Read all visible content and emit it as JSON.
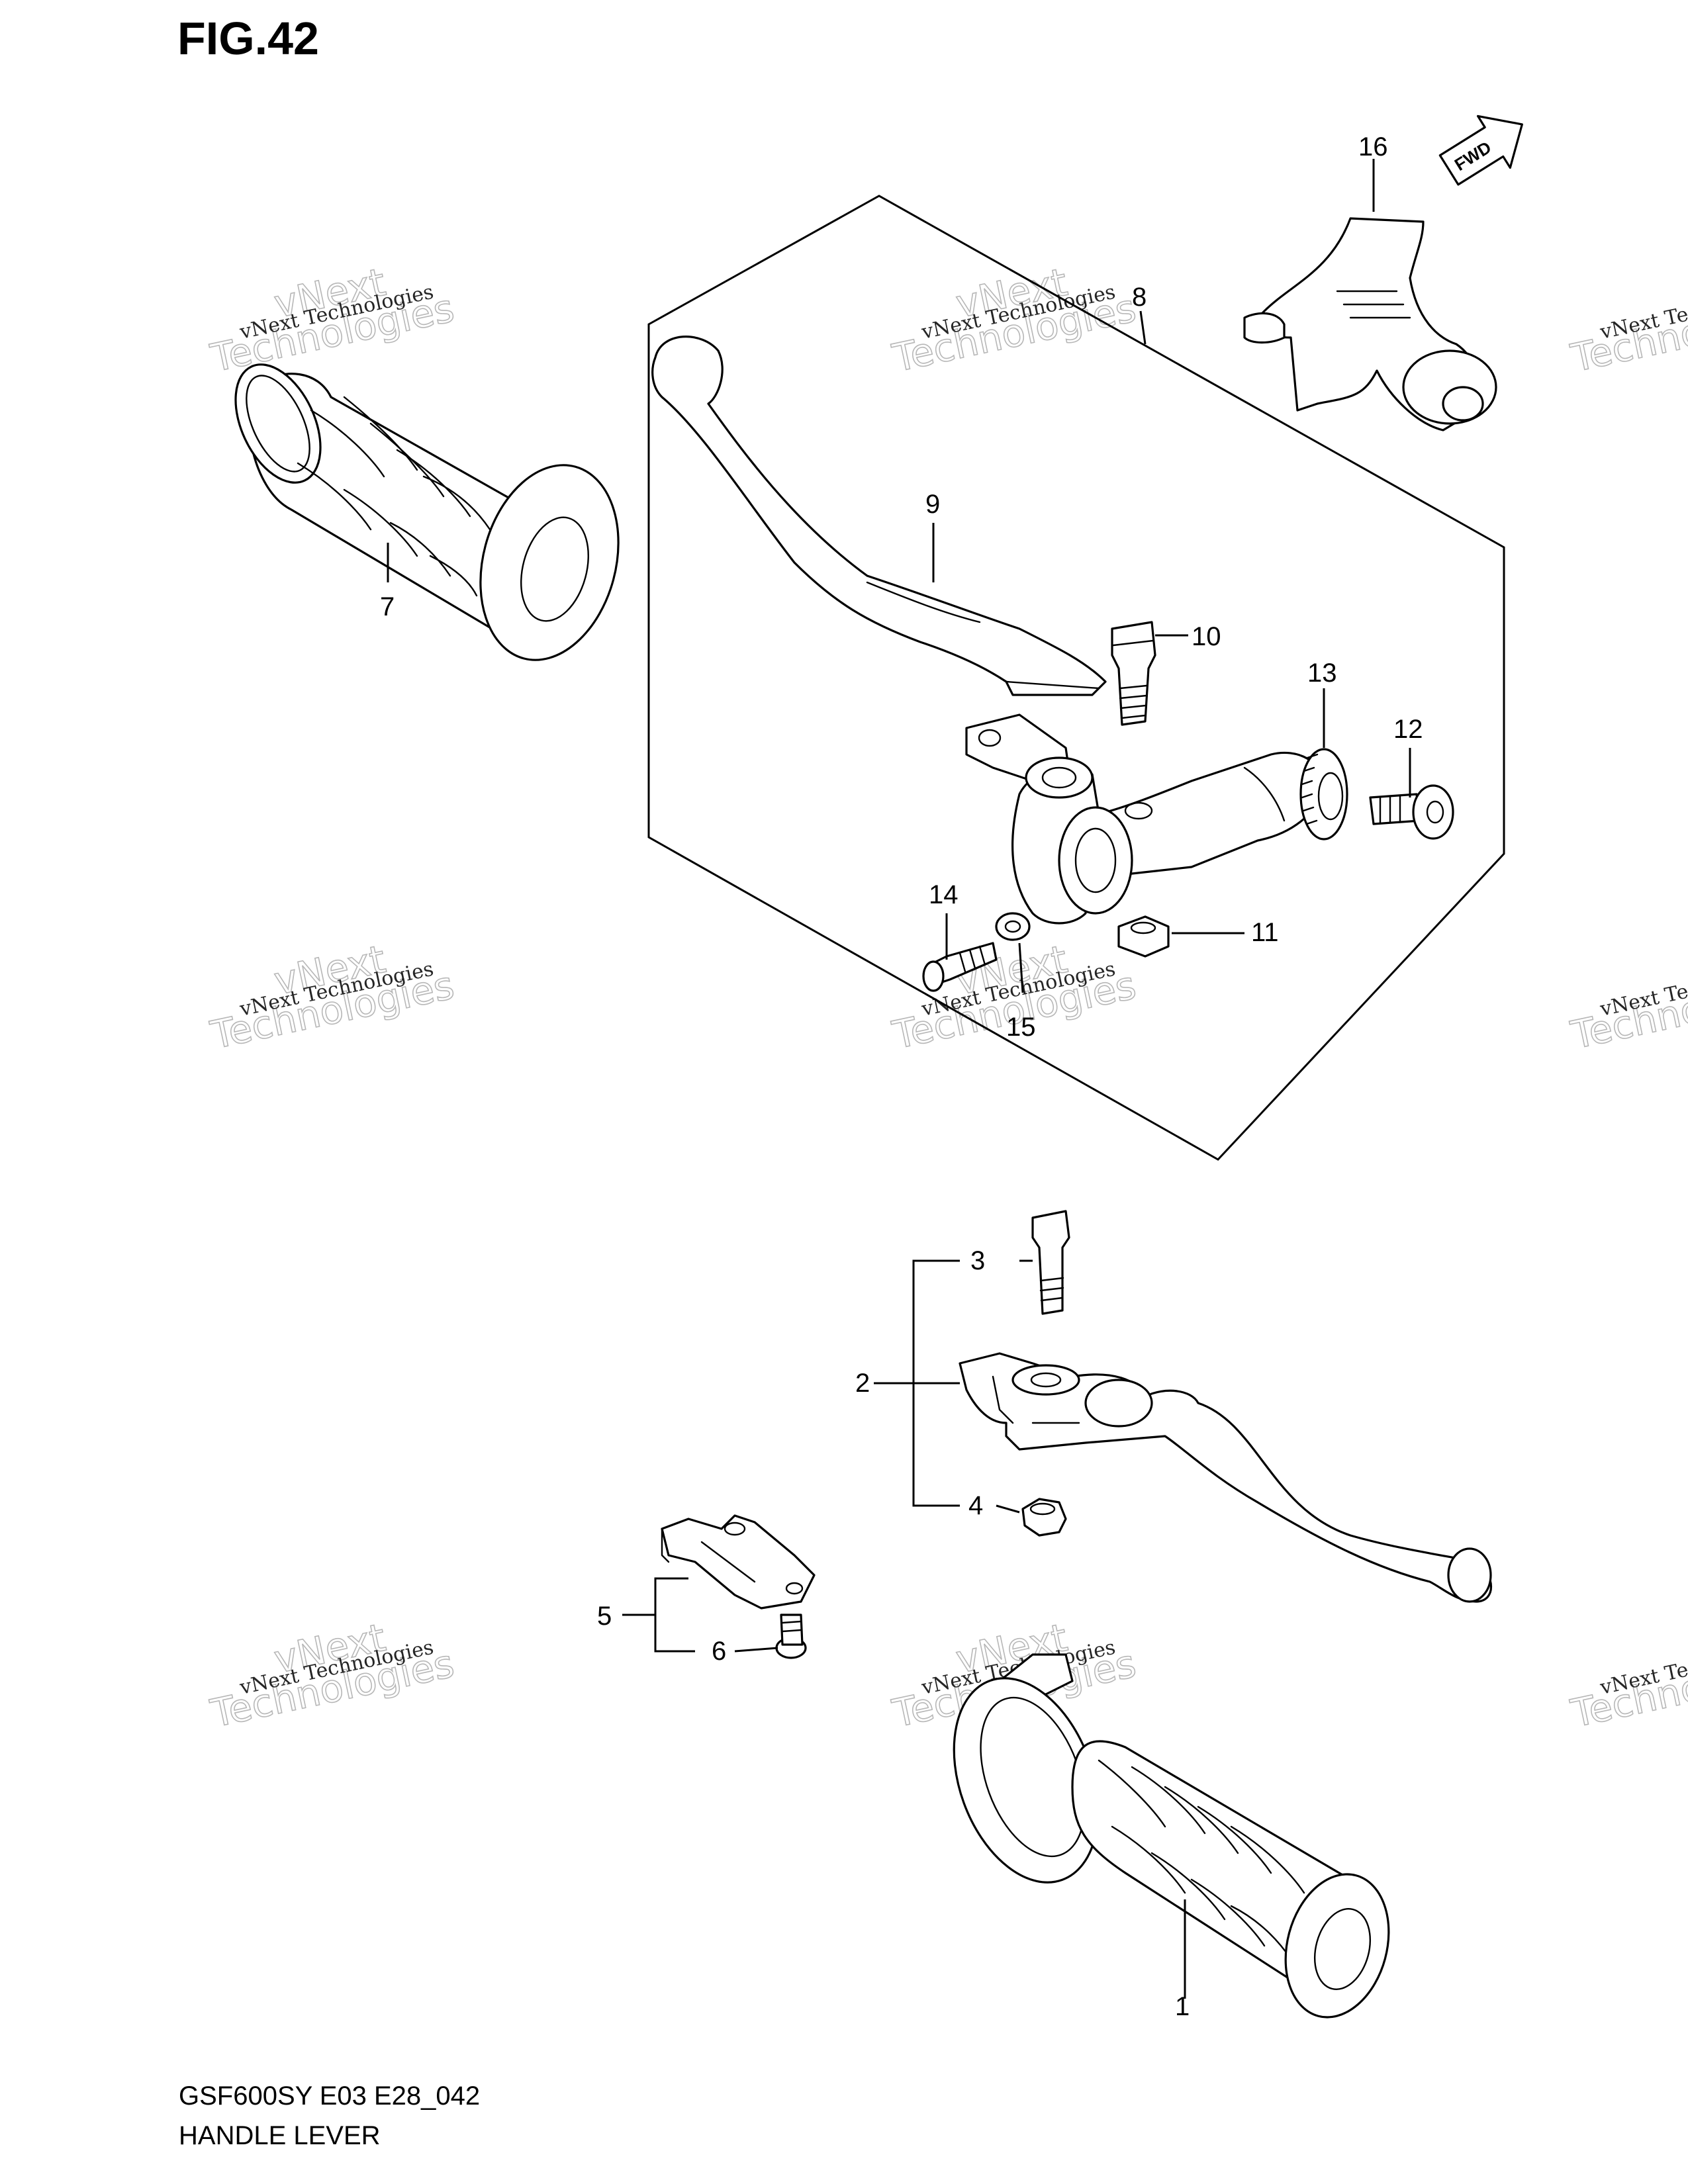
{
  "figure": {
    "title": "FIG.42",
    "model_code": "GSF600SY E03 E28_042",
    "section_name": "HANDLE LEVER",
    "direction_label": "FWD"
  },
  "watermark": {
    "line1": "vNext Technologies",
    "line2_a": "vNext",
    "line2_b": "Technologies"
  },
  "callouts": [
    "1",
    "2",
    "3",
    "4",
    "5",
    "6",
    "7",
    "8",
    "9",
    "10",
    "11",
    "12",
    "13",
    "14",
    "15",
    "16"
  ],
  "colors": {
    "ink": "#000000",
    "paper": "#ffffff",
    "watermark": "#a0a0a0"
  }
}
